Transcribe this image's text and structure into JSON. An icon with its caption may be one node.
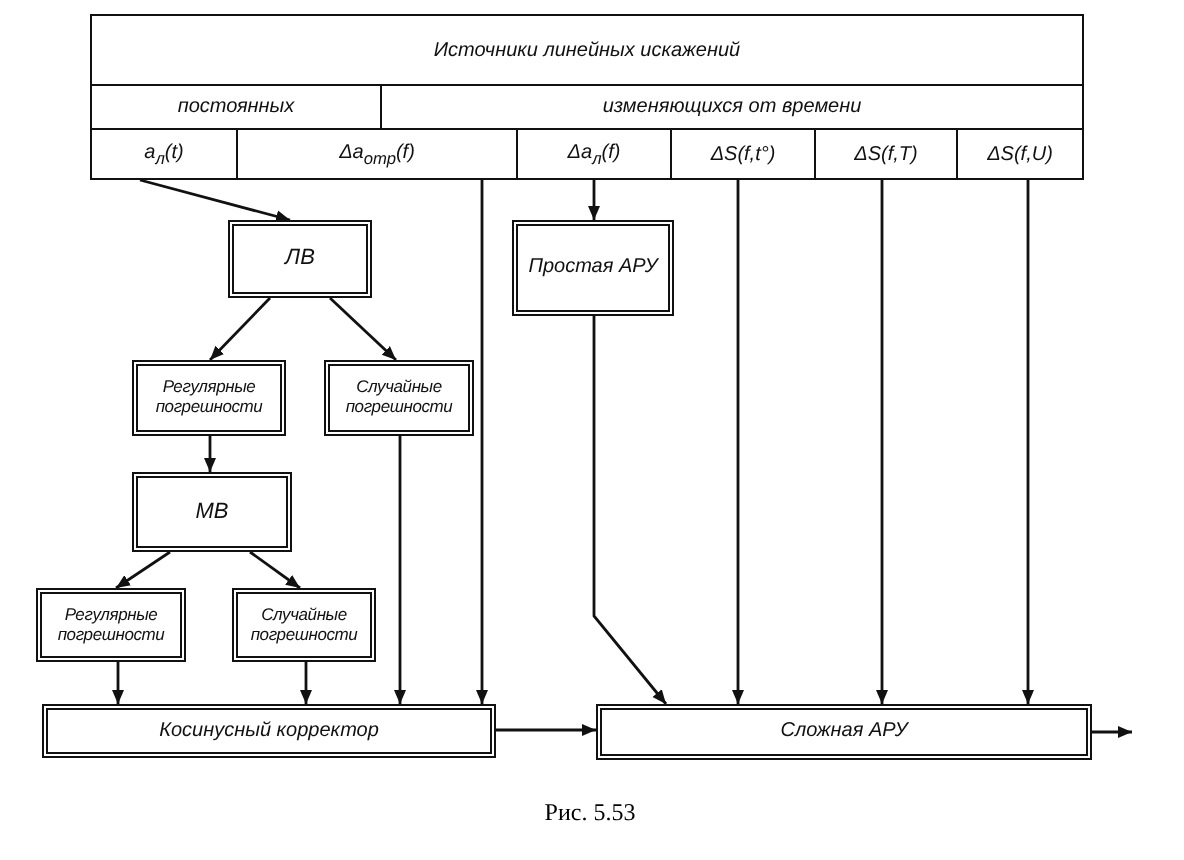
{
  "diagram": {
    "caption": "Рис. 5.53",
    "nodes": [
      {
        "text": [
          "Источники линейных искажений"
        ]
      },
      {
        "text": [
          "постоянных"
        ]
      },
      {
        "text": [
          "изменяющихся от времени"
        ]
      },
      {
        "text": [
          "a$_{л}$(t)"
        ]
      },
      {
        "text": [
          "Δa$_{отр}$(f)"
        ]
      },
      {
        "text": [
          "Δa$_{л}$(f)"
        ]
      },
      {
        "text": [
          "ΔS(f,t°)"
        ]
      },
      {
        "text": [
          "ΔS(f,T)"
        ]
      },
      {
        "text": [
          "ΔS(f,U)"
        ]
      },
      {
        "text": [
          "ЛВ"
        ]
      },
      {
        "text": [
          "Регулярные погрешности"
        ]
      },
      {
        "text": [
          "Случайные погрешности"
        ]
      },
      {
        "text": [
          "МВ"
        ]
      },
      {
        "text": [
          "Регулярные погрешности"
        ]
      },
      {
        "text": [
          "Случайные погрешности"
        ]
      },
      {
        "text": [
          "Косинусный корректор"
        ]
      },
      {
        "text": [
          "Простая АРУ"
        ]
      },
      {
        "text": [
          "Сложная АРУ"
        ]
      }
    ],
    "edges": [
      {
        "from": 3,
        "to": 9,
        "arrow": "to"
      },
      {
        "from": 9,
        "to": 10,
        "arrow": "to"
      },
      {
        "from": 9,
        "to": 11,
        "arrow": "to"
      },
      {
        "from": 10,
        "to": 12,
        "arrow": "to"
      },
      {
        "from": 12,
        "to": 13,
        "arrow": "to"
      },
      {
        "from": 12,
        "to": 14,
        "arrow": "to"
      },
      {
        "from": 13,
        "to": 15,
        "arrow": "to"
      },
      {
        "from": 14,
        "to": 15,
        "arrow": "to"
      },
      {
        "from": 11,
        "to": 15,
        "arrow": "to"
      },
      {
        "from": 4,
        "to": 15,
        "arrow": "to"
      },
      {
        "from": 5,
        "to": 16,
        "arrow": "to"
      },
      {
        "from": 16,
        "to": 17,
        "arrow": "to"
      },
      {
        "from": 6,
        "to": 17,
        "arrow": "to"
      },
      {
        "from": 7,
        "to": 17,
        "arrow": "to"
      },
      {
        "from": 8,
        "to": 17,
        "arrow": "to"
      },
      {
        "from": 15,
        "to": 17,
        "arrow": "to"
      },
      {
        "from": 17,
        "to": null,
        "arrow": "to"
      }
    ]
  }
}
